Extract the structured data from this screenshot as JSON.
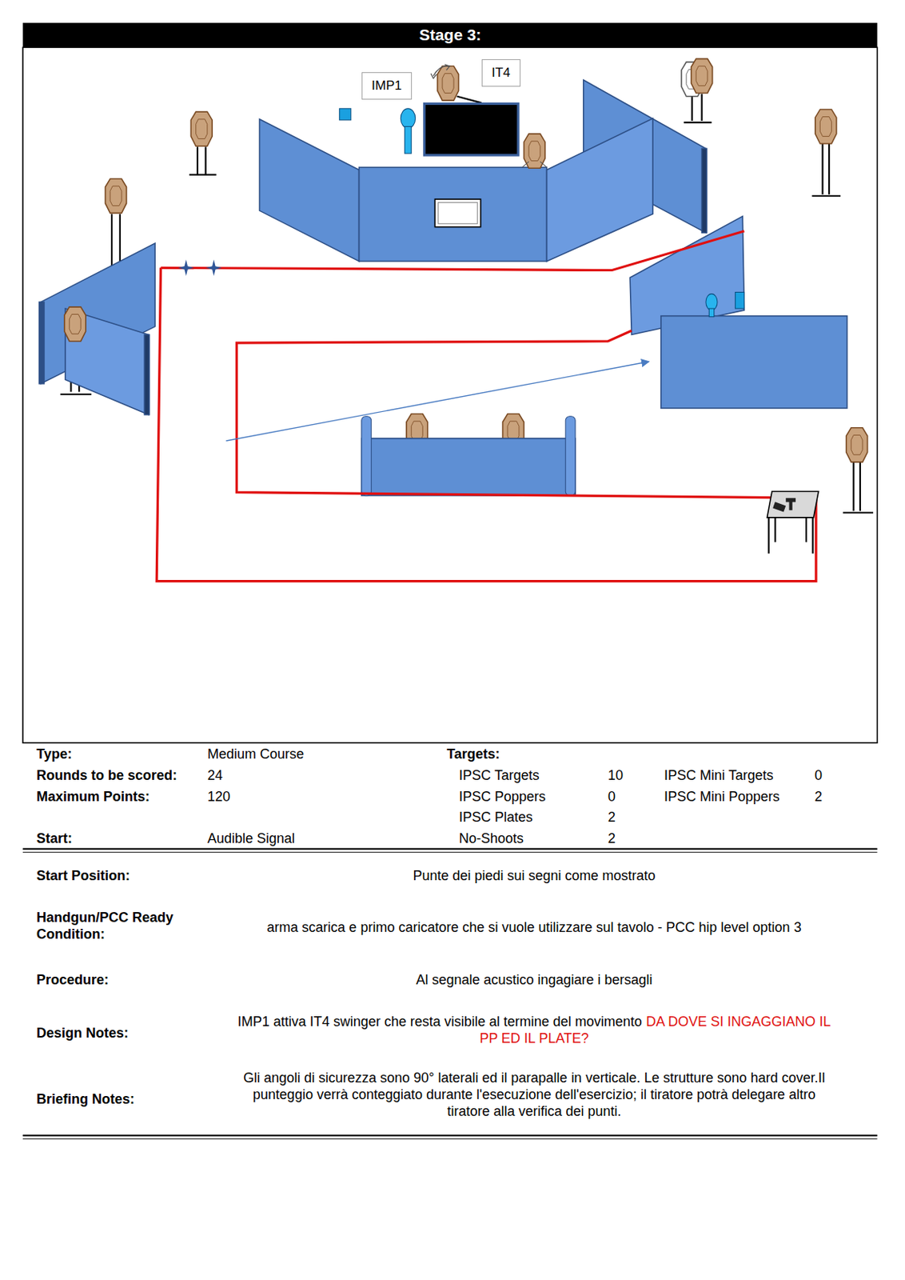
{
  "diagram": {
    "title": "Stage 3:",
    "nodes": [
      {
        "text": [
          "IMP1"
        ]
      },
      {
        "text": [
          "IT4"
        ]
      }
    ],
    "labels": [
      "Type:",
      "Medium Course",
      "Targets:",
      "Rounds to be scored:",
      "24",
      "IPSC Targets",
      "10",
      "IPSC Mini Targets",
      "0",
      "Maximum Points:",
      "120",
      "IPSC Poppers",
      "0",
      "IPSC Mini Poppers",
      "2",
      "IPSC Plates",
      "2",
      "Start:",
      "Audible Signal",
      "No-Shoots",
      "2",
      "Start Position:",
      "Punte dei piedi sui segni  come mostrato",
      "Handgun/PCC Ready Condition:",
      "arma scarica e primo caricatore che si vuole utilizzare sul tavolo - PCC hip level option 3",
      "Procedure:",
      "Al segnale acustico ingagiare i bersagli",
      "Design Notes:",
      "IMP1 attiva IT4 swinger che resta visibile al termine del movimento",
      "DA DOVE SI INGAGGIANO IL PP ED IL PLATE?",
      "Briefing Notes:",
      "Gli angoli di sicurezza sono 90° laterali ed il parapalle in verticale. Le strutture sono hard cover.Il punteggio verrà conteggiato durante l'esecuzione dell'esercizio; il tiratore potrà delegare altro tiratore alla verifica  dei punti."
    ]
  }
}
